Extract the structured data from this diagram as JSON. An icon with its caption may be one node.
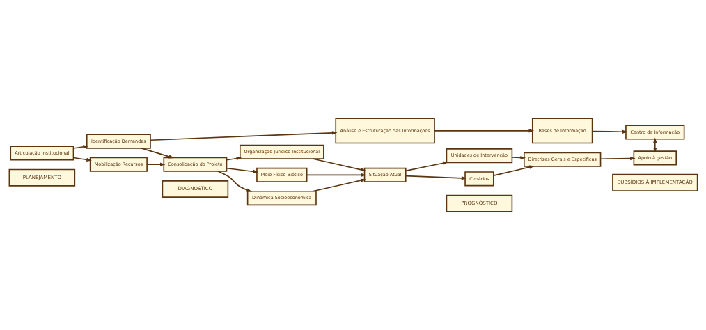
{
  "diagram": {
    "nodes": [
      {
        "text": [
          "PLANEJAMENTO"
        ]
      },
      {
        "text": [
          "DIAGNÓSTICO"
        ]
      },
      {
        "text": [
          "PROGNÓSTICO"
        ]
      },
      {
        "text": [
          "SUBSÍDIOS À IMPLEMENTAÇÃO"
        ]
      },
      {
        "text": [
          "Articulação Institucional"
        ]
      },
      {
        "text": [
          "Mobilização Recursos"
        ]
      },
      {
        "text": [
          "Identificação Demandas"
        ]
      },
      {
        "text": [
          "Consolidação do Projeto"
        ]
      },
      {
        "text": [
          "Meio Físico-Biótico"
        ]
      },
      {
        "text": [
          "Dinâmica Socioeconômica"
        ]
      },
      {
        "text": [
          "Organização Jurídico Institucional"
        ]
      },
      {
        "text": [
          "Situação Atual"
        ]
      },
      {
        "text": [
          "Cenários"
        ]
      },
      {
        "text": [
          "Unidades de Intervenção"
        ]
      },
      {
        "text": [
          "Diretrizes Gerais e Específicas"
        ]
      },
      {
        "text": [
          "Apoio à gestão"
        ]
      },
      {
        "text": [
          "Análise e Estruturação das Informações"
        ]
      },
      {
        "text": [
          "Bases de Informação"
        ]
      },
      {
        "text": [
          "Centro de Informação"
        ]
      }
    ],
    "edges": [
      {
        "from": 4,
        "to": 5,
        "arrow": "to"
      },
      {
        "from": 4,
        "to": 6,
        "arrow": "to"
      },
      {
        "from": 5,
        "to": 7,
        "arrow": "to"
      },
      {
        "from": 6,
        "to": 7,
        "arrow": "to"
      },
      {
        "from": 7,
        "to": 8,
        "arrow": "to"
      },
      {
        "from": 7,
        "to": 9,
        "arrow": "to"
      },
      {
        "from": 7,
        "to": 10,
        "arrow": "to"
      },
      {
        "from": 8,
        "to": 11,
        "arrow": "to"
      },
      {
        "from": 9,
        "to": 11,
        "arrow": "to"
      },
      {
        "from": 10,
        "to": 11,
        "arrow": "to"
      },
      {
        "from": 11,
        "to": 12,
        "arrow": "to"
      },
      {
        "from": 11,
        "to": 13,
        "arrow": "to"
      },
      {
        "from": 12,
        "to": 14,
        "arrow": "to"
      },
      {
        "from": 13,
        "to": 14,
        "arrow": "to"
      },
      {
        "from": 14,
        "to": 15,
        "arrow": "to"
      },
      {
        "from": 6,
        "to": 16,
        "arrow": "to"
      },
      {
        "from": 16,
        "to": 17,
        "arrow": "to"
      },
      {
        "from": 17,
        "to": 18,
        "arrow": "to"
      },
      {
        "from": 18,
        "to": 15,
        "arrow": "both"
      }
    ]
  }
}
